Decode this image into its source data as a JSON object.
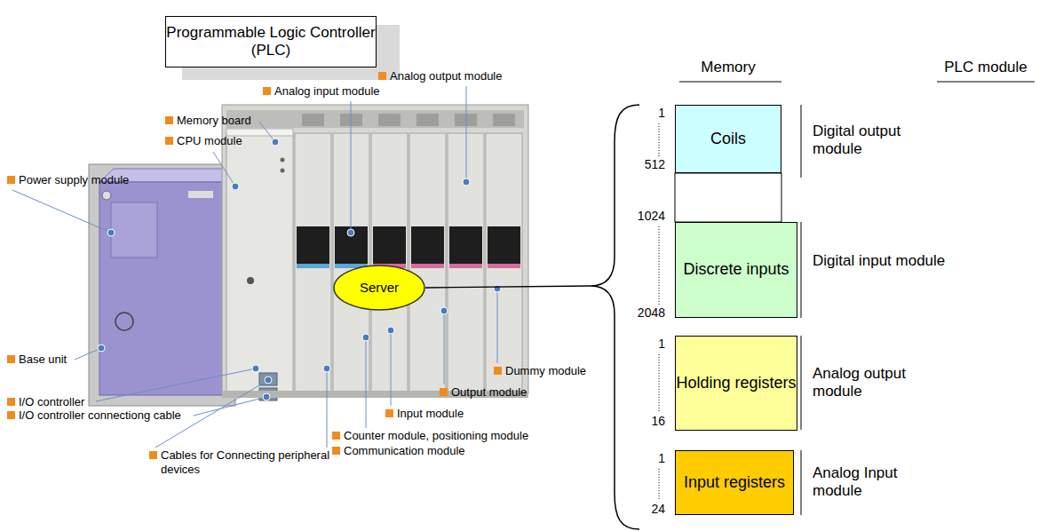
{
  "diagram": {
    "nodes": [
      {
        "text": [
          "Programmable Logic Controller (PLC)"
        ]
      },
      {
        "text": [
          "Server"
        ]
      },
      {
        "text": [
          "Coils"
        ]
      },
      {
        "text": [
          "Discrete inputs"
        ]
      },
      {
        "text": [
          "Holding registers"
        ]
      },
      {
        "text": [
          "Input registers"
        ]
      }
    ],
    "labels": [
      "Memory",
      "PLC module",
      "Memory board",
      "Analog input module",
      "Analog output module",
      "CPU module",
      "Power supply module",
      "Base unit",
      "I/O controller",
      "I/O controller connectiong cable",
      "Cables for Connecting peripheral devices",
      "Communication module",
      "Counter module, positioning module",
      "Input module",
      "Output module",
      "Dummy module",
      "1",
      "512",
      "1024",
      "2048",
      "1",
      "16",
      "1",
      "24",
      "Digital output module",
      "Digital input module",
      "Analog output module",
      "Analog Input module"
    ]
  }
}
